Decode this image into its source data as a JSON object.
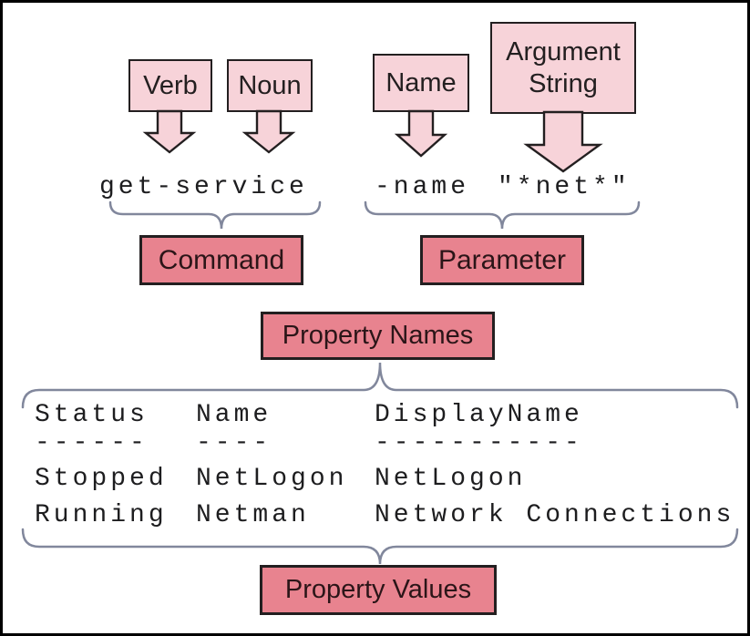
{
  "diagram": {
    "top_callouts": {
      "verb": "Verb",
      "noun": "Noun",
      "name": "Name",
      "argument_string": "Argument String"
    },
    "code": {
      "command": "get-service",
      "parameter_name": "-name",
      "argument_value": "\"*net*\""
    },
    "section_labels": {
      "command": "Command",
      "parameter": "Parameter",
      "property_names": "Property Names",
      "property_values": "Property Values"
    },
    "output_table": {
      "headers": [
        "Status",
        "Name",
        "DisplayName"
      ],
      "underlines": [
        "------",
        "----",
        "-----------"
      ],
      "records": [
        [
          "Stopped",
          "NetLogon",
          "NetLogon"
        ],
        [
          "Running",
          "Netman",
          "Network Connections"
        ]
      ]
    },
    "colors": {
      "light_pink": "#f7d3d9",
      "dark_pink": "#e8838f",
      "outline": "#231f20",
      "brace": "#81879c"
    }
  }
}
